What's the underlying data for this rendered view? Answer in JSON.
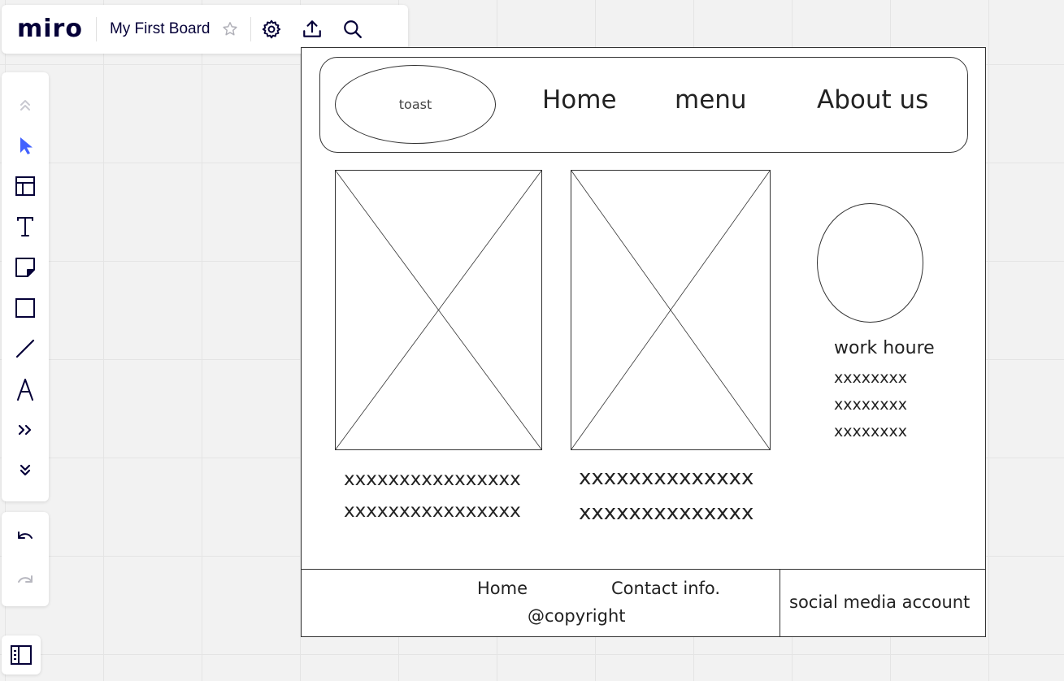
{
  "app": {
    "logo": "miro",
    "board_title": "My First Board"
  },
  "toolbar_icons": [
    "star-icon",
    "gear-icon",
    "upload-icon",
    "search-icon"
  ],
  "sidebar_tools": [
    "collapse-up",
    "select",
    "templates",
    "text",
    "sticky-note",
    "shape",
    "line",
    "pen",
    "more",
    "expand-down"
  ],
  "history_tools": [
    "undo",
    "redo"
  ],
  "colors": {
    "accent": "#4262ff",
    "icon": "#050038",
    "canvas": "#f2f2f2",
    "grid": "#e4e4e4"
  },
  "wireframe": {
    "header": {
      "logo_text": "toast",
      "nav": [
        "Home",
        "menu",
        "About us"
      ]
    },
    "products": [
      {
        "lines": [
          "xxxxxxxxxxxxxxxx",
          "xxxxxxxxxxxxxxxx"
        ]
      },
      {
        "lines": [
          "xxxxxxxxxxxxxx",
          "xxxxxxxxxxxxxx"
        ]
      }
    ],
    "info": {
      "title": "work houre",
      "lines": [
        "xxxxxxxx",
        "xxxxxxxx",
        "xxxxxxxx"
      ]
    },
    "footer": {
      "home": "Home",
      "contact": "Contact info.",
      "copyright": "@copyright",
      "social": "social media account"
    }
  }
}
